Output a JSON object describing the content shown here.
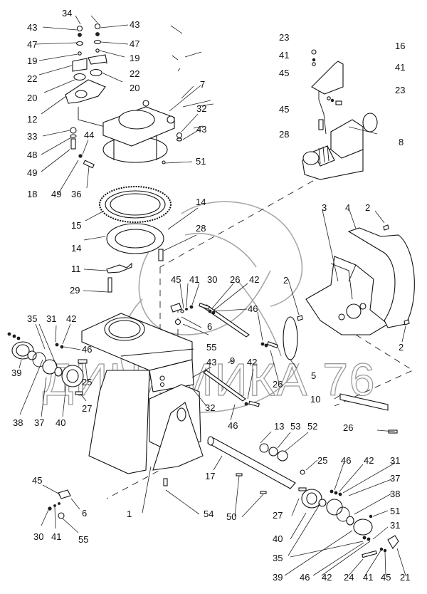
{
  "diagram": {
    "type": "exploded-parts-view",
    "watermark": "ДИНАМИКА 76",
    "callouts": [
      {
        "id": "c34",
        "text": "34"
      },
      {
        "id": "c43a",
        "text": "43"
      },
      {
        "id": "c43b",
        "text": "43"
      },
      {
        "id": "c47a",
        "text": "47"
      },
      {
        "id": "c47b",
        "text": "47"
      },
      {
        "id": "c19a",
        "text": "19"
      },
      {
        "id": "c19b",
        "text": "19"
      },
      {
        "id": "c22a",
        "text": "22"
      },
      {
        "id": "c22b",
        "text": "22"
      },
      {
        "id": "c20a",
        "text": "20"
      },
      {
        "id": "c20b",
        "text": "20"
      },
      {
        "id": "c12",
        "text": "12"
      },
      {
        "id": "c7",
        "text": "7"
      },
      {
        "id": "c32a",
        "text": "32"
      },
      {
        "id": "c43c",
        "text": "43"
      },
      {
        "id": "c33",
        "text": "33"
      },
      {
        "id": "c44",
        "text": "44"
      },
      {
        "id": "c48",
        "text": "48"
      },
      {
        "id": "c51a",
        "text": "51"
      },
      {
        "id": "c49a",
        "text": "49"
      },
      {
        "id": "c18",
        "text": "18"
      },
      {
        "id": "c49b",
        "text": "49"
      },
      {
        "id": "c36",
        "text": "36"
      },
      {
        "id": "c23a",
        "text": "23"
      },
      {
        "id": "c16",
        "text": "16"
      },
      {
        "id": "c41a",
        "text": "41"
      },
      {
        "id": "c45a",
        "text": "45"
      },
      {
        "id": "c41b",
        "text": "41"
      },
      {
        "id": "c23b",
        "text": "23"
      },
      {
        "id": "c45b",
        "text": "45"
      },
      {
        "id": "c28a",
        "text": "28"
      },
      {
        "id": "c8",
        "text": "8"
      },
      {
        "id": "c15",
        "text": "15"
      },
      {
        "id": "c14a",
        "text": "14"
      },
      {
        "id": "c14b",
        "text": "14"
      },
      {
        "id": "c28b",
        "text": "28"
      },
      {
        "id": "c3",
        "text": "3"
      },
      {
        "id": "c4",
        "text": "4"
      },
      {
        "id": "c2a",
        "text": "2"
      },
      {
        "id": "c11",
        "text": "11"
      },
      {
        "id": "c29",
        "text": "29"
      },
      {
        "id": "c45c",
        "text": "45"
      },
      {
        "id": "c41c",
        "text": "41"
      },
      {
        "id": "c30a",
        "text": "30"
      },
      {
        "id": "c26a",
        "text": "26"
      },
      {
        "id": "c42a",
        "text": "42"
      },
      {
        "id": "c2b",
        "text": "2"
      },
      {
        "id": "c46a",
        "text": "46"
      },
      {
        "id": "c6a",
        "text": "6"
      },
      {
        "id": "c35a",
        "text": "35"
      },
      {
        "id": "c31a",
        "text": "31"
      },
      {
        "id": "c42b",
        "text": "42"
      },
      {
        "id": "c46b",
        "text": "46"
      },
      {
        "id": "c55a",
        "text": "55"
      },
      {
        "id": "c9",
        "text": "9"
      },
      {
        "id": "c2c",
        "text": "2"
      },
      {
        "id": "c39a",
        "text": "39"
      },
      {
        "id": "c25a",
        "text": "25"
      },
      {
        "id": "c43d",
        "text": "43"
      },
      {
        "id": "c42c",
        "text": "42"
      },
      {
        "id": "c5",
        "text": "5"
      },
      {
        "id": "c26b",
        "text": "26"
      },
      {
        "id": "c27a",
        "text": "27"
      },
      {
        "id": "c32b",
        "text": "32"
      },
      {
        "id": "c10",
        "text": "10"
      },
      {
        "id": "c38a",
        "text": "38"
      },
      {
        "id": "c37a",
        "text": "37"
      },
      {
        "id": "c40a",
        "text": "40"
      },
      {
        "id": "c46c",
        "text": "46"
      },
      {
        "id": "c26c",
        "text": "26"
      },
      {
        "id": "c13",
        "text": "13"
      },
      {
        "id": "c53",
        "text": "53"
      },
      {
        "id": "c52",
        "text": "52"
      },
      {
        "id": "c17",
        "text": "17"
      },
      {
        "id": "c25b",
        "text": "25"
      },
      {
        "id": "c46d",
        "text": "46"
      },
      {
        "id": "c42d",
        "text": "42"
      },
      {
        "id": "c31b",
        "text": "31"
      },
      {
        "id": "c37b",
        "text": "37"
      },
      {
        "id": "c45d",
        "text": "45"
      },
      {
        "id": "c6b",
        "text": "6"
      },
      {
        "id": "c1",
        "text": "1"
      },
      {
        "id": "c27b",
        "text": "27"
      },
      {
        "id": "c38b",
        "text": "38"
      },
      {
        "id": "c50",
        "text": "50"
      },
      {
        "id": "c54",
        "text": "54"
      },
      {
        "id": "c51b",
        "text": "51"
      },
      {
        "id": "c40b",
        "text": "40"
      },
      {
        "id": "c30b",
        "text": "30"
      },
      {
        "id": "c41d",
        "text": "41"
      },
      {
        "id": "c55b",
        "text": "55"
      },
      {
        "id": "c35b",
        "text": "35"
      },
      {
        "id": "c31c",
        "text": "31"
      },
      {
        "id": "c39b",
        "text": "39"
      },
      {
        "id": "c46e",
        "text": "46"
      },
      {
        "id": "c42e",
        "text": "42"
      },
      {
        "id": "c24",
        "text": "24"
      },
      {
        "id": "c41e",
        "text": "41"
      },
      {
        "id": "c45e",
        "text": "45"
      },
      {
        "id": "c21",
        "text": "21"
      }
    ]
  }
}
